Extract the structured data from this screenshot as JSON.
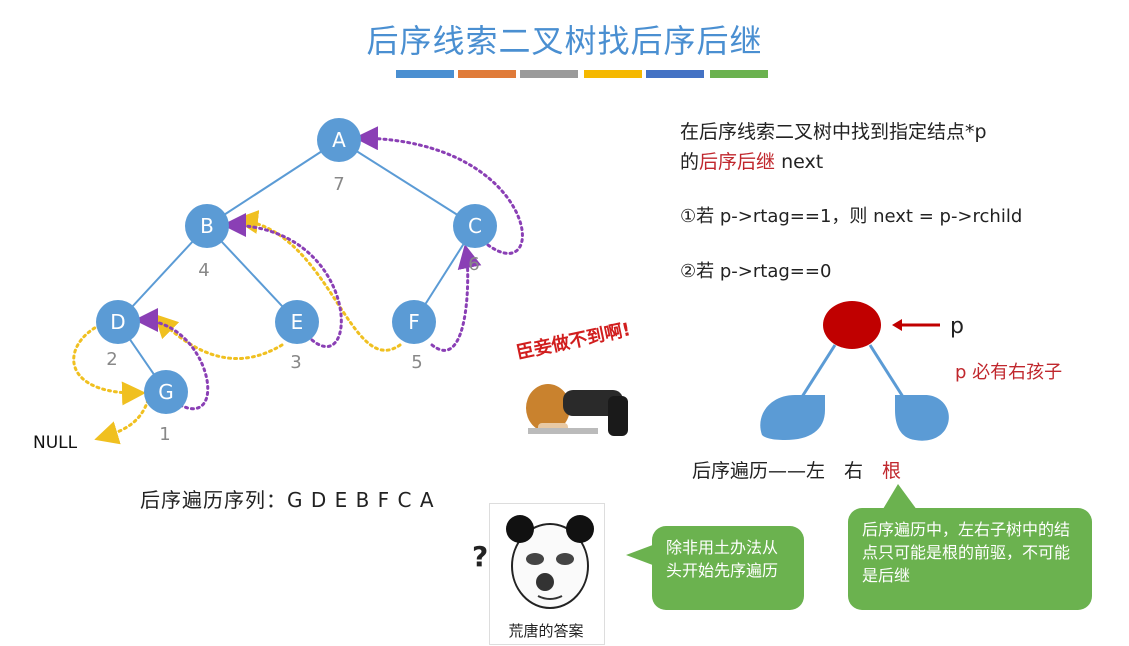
{
  "title": "后序线索二叉树找后序后继",
  "colors": {
    "title": "#4a8fd1",
    "node": "#5b9bd5",
    "edge": "#5b9bd5",
    "thread_left": "#f0c020",
    "thread_right": "#8a3fb5",
    "highlight": "#c0272d",
    "bubble": "#6bb24f",
    "color_bar": [
      "#4a8fd1",
      "#e07b39",
      "#9a9a9a",
      "#f5b800",
      "#4472c4",
      "#6bb24f"
    ]
  },
  "tree": {
    "nodes": [
      {
        "id": "A",
        "order": "7"
      },
      {
        "id": "B",
        "order": "4"
      },
      {
        "id": "C",
        "order": "6"
      },
      {
        "id": "D",
        "order": "2"
      },
      {
        "id": "E",
        "order": "3"
      },
      {
        "id": "F",
        "order": "5"
      },
      {
        "id": "G",
        "order": "1"
      }
    ],
    "edges": [
      [
        "A",
        "B"
      ],
      [
        "A",
        "C"
      ],
      [
        "B",
        "D"
      ],
      [
        "B",
        "E"
      ],
      [
        "C",
        "F"
      ],
      [
        "D",
        "G"
      ]
    ],
    "null_label": "NULL"
  },
  "postorder_sequence": "后序遍历序列：G D E B F C A",
  "description": {
    "line1": "在后序线索二叉树中找到指定结点*p",
    "line2_prefix": "的",
    "line2_highlight": "后序后继",
    "line2_suffix": " next"
  },
  "rules": {
    "rule1": "①若 p->rtag==1，则 next = p->rchild",
    "rule2": "②若 p->rtag==0"
  },
  "subtree_diagram": {
    "p_label": "p",
    "p_note": "p 必有右孩子",
    "order_prefix": "后序遍历——左　右　",
    "order_root": "根"
  },
  "bubbles": {
    "right": "后序遍历中，左右子树中的结点只可能是根的前驱，不可能是后继",
    "left": "除非用土办法从头开始先序遍历"
  },
  "meme": {
    "caption": "荒唐的答案",
    "question_mark": "?"
  },
  "sticker": {
    "text": "臣妾做不到啊!"
  }
}
